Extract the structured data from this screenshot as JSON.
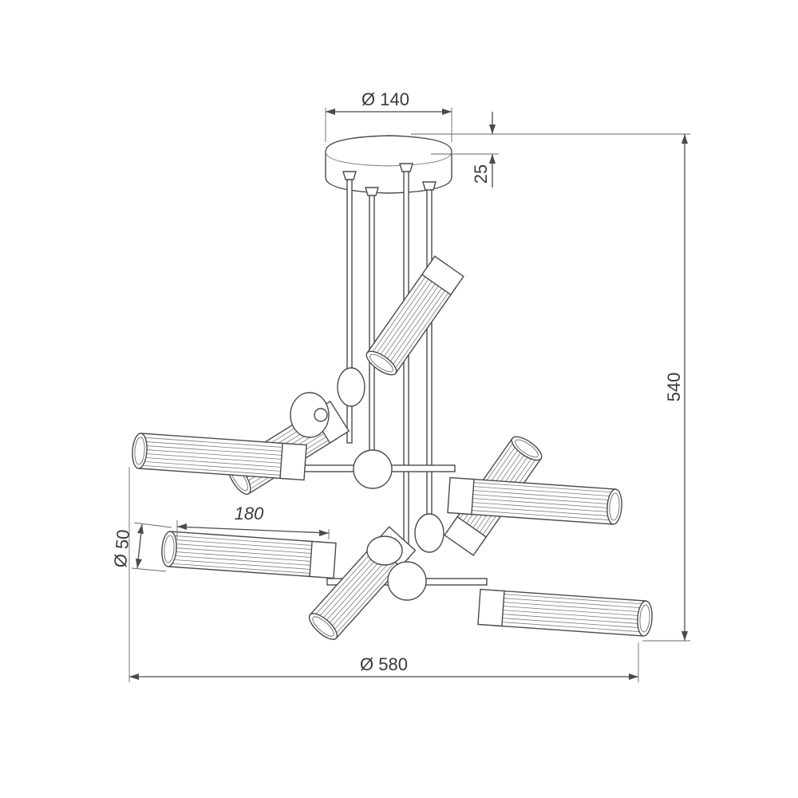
{
  "dimensions": {
    "canopy_diameter": "Ø 140",
    "canopy_height": "25",
    "total_height": "540",
    "shade_length": "180",
    "shade_diameter": "Ø 50",
    "total_diameter": "Ø 580"
  },
  "colors": {
    "line": "#4a4a4a",
    "background": "#ffffff"
  }
}
